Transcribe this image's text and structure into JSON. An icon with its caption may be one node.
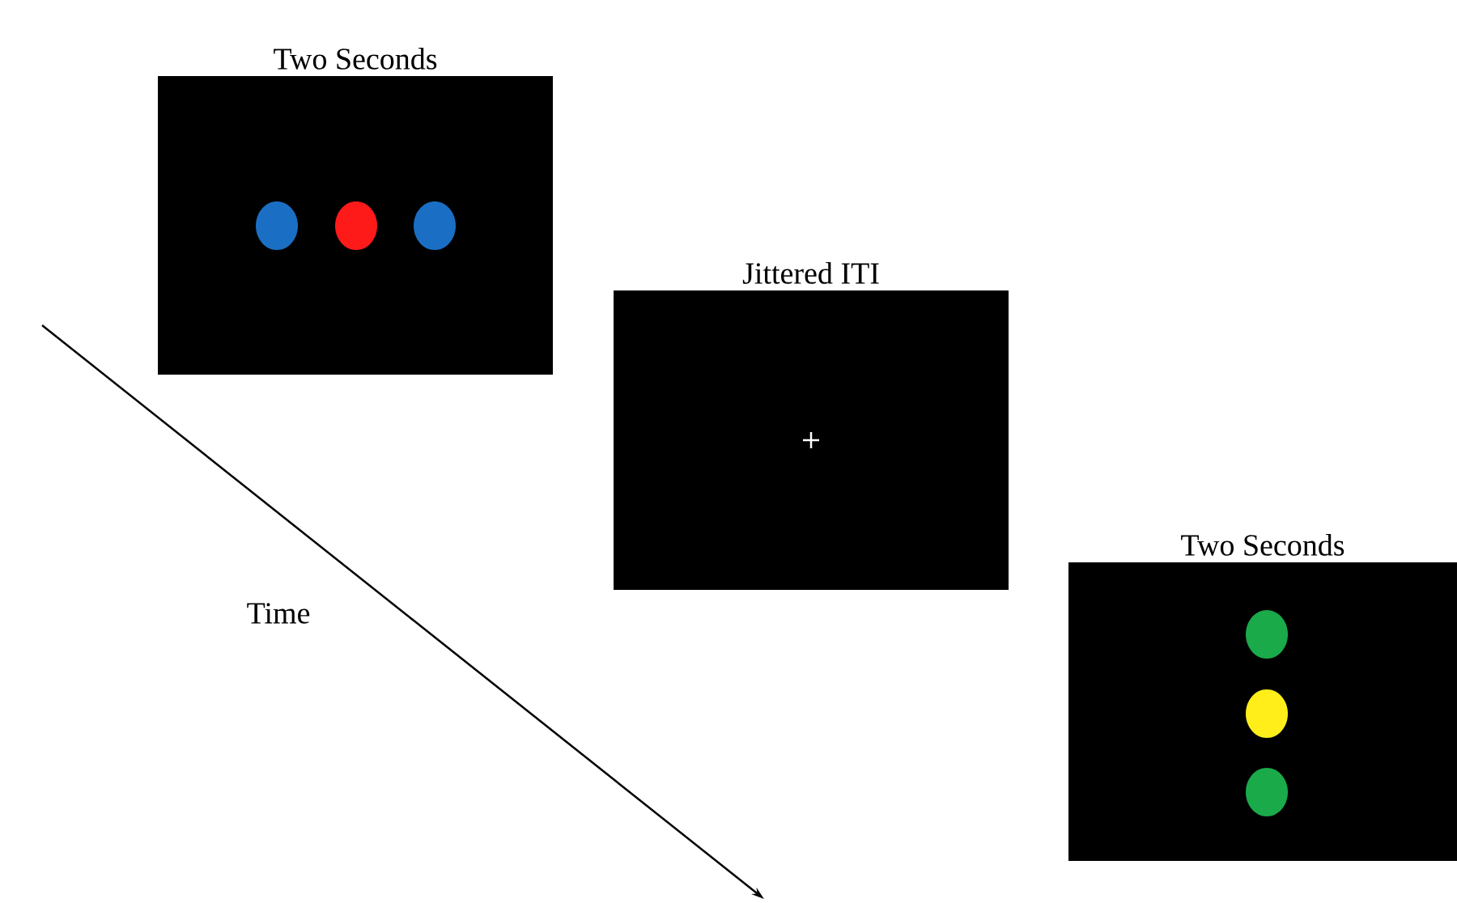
{
  "diagram": {
    "nodes": [
      {
        "text": [
          "Two Seconds"
        ]
      },
      {
        "text": [
          "Jittered ITI"
        ]
      },
      {
        "text": [
          "Two Seconds"
        ]
      }
    ],
    "labels": [
      "Time"
    ]
  }
}
